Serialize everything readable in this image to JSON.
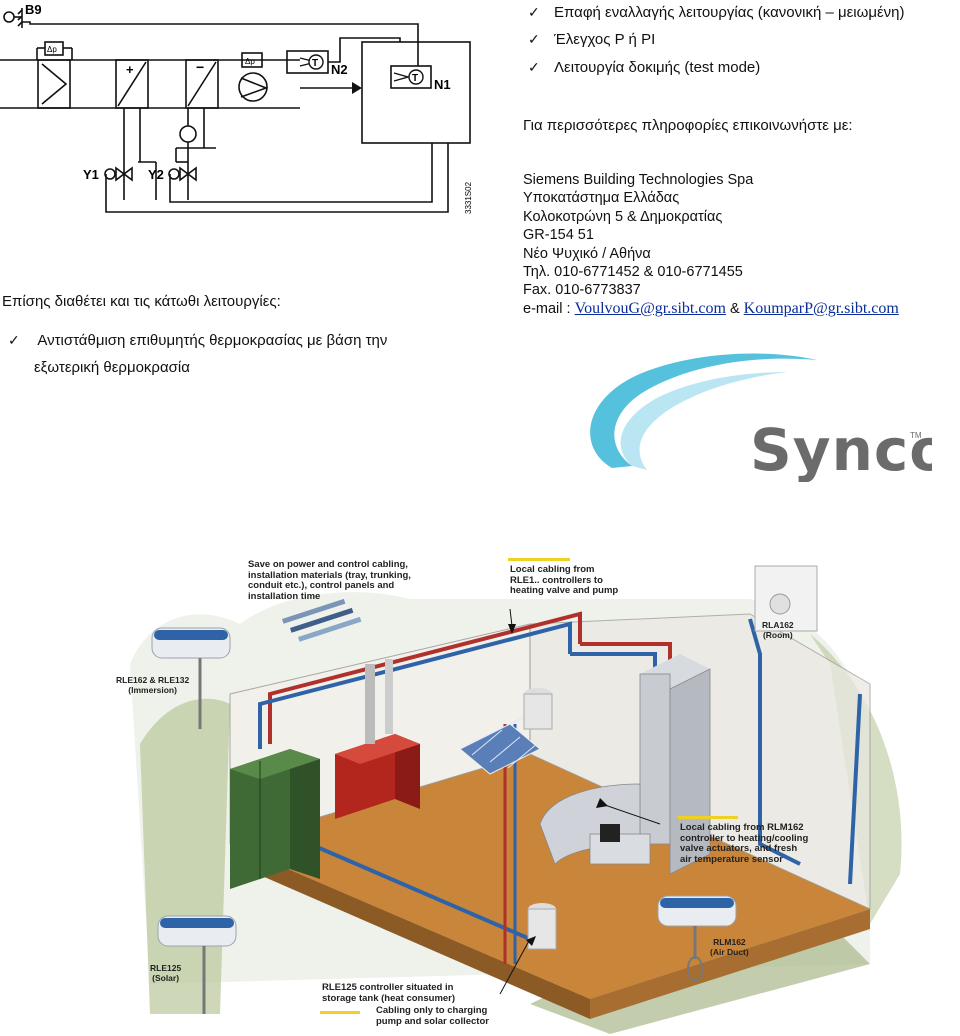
{
  "schematic": {
    "sensor_label": "B9",
    "node_labels": [
      "N2",
      "N1"
    ],
    "valve_labels": [
      "Y1",
      "Y2"
    ],
    "t_symbol": "T",
    "dp_symbol": "Δp",
    "plus": "+",
    "minus": "−",
    "code": "3331S02"
  },
  "left_text": {
    "intro": "Επίσης διαθέτει και τις κάτωθι λειτουργίες:",
    "bullet_line1": "Αντιστάθμιση επιθυμητής θερμοκρασίας με βάση την",
    "bullet_line2": "εξωτερική θερμοκρασία"
  },
  "right_text": {
    "bullets": [
      "Επαφή εναλλαγής λειτουργίας (κανονική – μειωμένη)",
      "Έλεγχος P ή PI",
      "Λειτουργία δοκιμής (test mode)"
    ],
    "more_info": "Για περισσότερες πληροφορίες επικοινωνήστε με:"
  },
  "contact": {
    "company": "Siemens Building Technologies Spa",
    "branch": "Υποκατάστημα Ελλάδας",
    "street": "Κολοκοτρώνη 5 & Δημοκρατίας",
    "postcode": "GR-154 51",
    "city": "Νέο Ψυχικό / Αθήνα",
    "phone": "Τηλ. 010-6771452 & 010-6771455",
    "fax": "Fax. 010-6773837",
    "email_prefix": "e-mail : ",
    "email1": "VoulvouG@gr.sibt.com",
    "email_sep": " & ",
    "email2": "KoumparP@gr.sibt.com"
  },
  "logo": {
    "text": "Synco",
    "tm": "TM"
  },
  "illustration": {
    "callout_top_left": "Save on power and control cabling,\ninstallation materials (tray, trunking,\nconduit etc.), control panels and\ninstallation time",
    "callout_top_mid": "Local cabling from\nRLE1.. controllers to\nheating valve and pump",
    "callout_right": "Local cabling from RLM162\ncontroller to heating/cooling\nvalve actuators, and fresh\nair temperature sensor",
    "callout_bottom": "RLE125 controller situated in\nstorage tank (heat consumer)",
    "callout_bottom2": "Cabling only to charging\npump and solar collector",
    "product_rle162": "RLE162 & RLE132\n(Immersion)",
    "product_rla162": "RLA162\n(Room)",
    "product_rle125": "RLE125\n(Solar)",
    "product_rlm162": "RLM162\n(Air Duct)"
  },
  "colors": {
    "logo_gray": "#6b6b6b",
    "logo_swoosh": "#38b6d6",
    "link": "#0a2d9c",
    "pipe_red": "#b0302c",
    "pipe_blue": "#2f63a8",
    "floor": "#c9853a"
  }
}
